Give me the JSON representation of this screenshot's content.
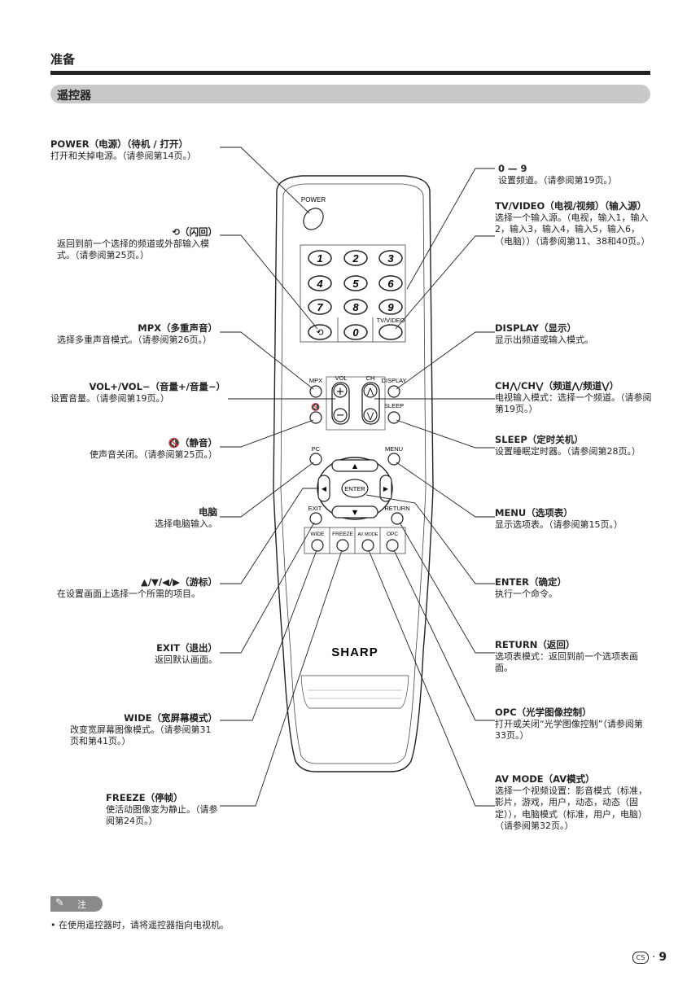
{
  "header": {
    "section": "准备",
    "band": "遥控器"
  },
  "remote": {
    "power": "POWER",
    "tvvideo": "TV/VIDEO",
    "mpx": "MPX",
    "vol": "VOL",
    "ch": "CH",
    "display": "DISPLAY",
    "sleep": "SLEEP",
    "pc": "PC",
    "menu": "MENU",
    "enter": "ENTER",
    "exit": "EXIT",
    "return": "RETURN",
    "wide": "WIDE",
    "freeze": "FREEZE",
    "avmode": "AV MODE",
    "opc": "OPC",
    "brand": "SHARP",
    "digits": [
      "1",
      "2",
      "3",
      "4",
      "5",
      "6",
      "7",
      "8",
      "9",
      "0"
    ]
  },
  "left_labels": [
    {
      "title": "POWER（电源）（待机 / 打开）",
      "desc": "打开和关掉电源。（请参阅第14页。）"
    },
    {
      "title": "⟲（闪回）",
      "desc": "返回到前一个选择的频道或外部输入模式。（请参阅第25页。）"
    },
    {
      "title": "MPX（多重声音）",
      "desc": "选择多重声音模式。（请参阅第26页。）"
    },
    {
      "title": "VOL+/VOL−（音量+/音量−）",
      "desc": "设置音量。（请参阅第19页。）"
    },
    {
      "title": "🔇（静音）",
      "desc": "使声音关闭。（请参阅第25页。）"
    },
    {
      "title": "电脑",
      "desc": "选择电脑输入。"
    },
    {
      "title": "▲/▼/◀/▶（游标）",
      "desc": "在设置画面上选择一个所需的项目。"
    },
    {
      "title": "EXIT（退出）",
      "desc": "返回默认画面。"
    },
    {
      "title": "WIDE（宽屏幕模式）",
      "desc": "改变宽屏幕图像模式。（请参阅第31页和第41页。）"
    },
    {
      "title": "FREEZE（停帧）",
      "desc": "使活动图像变为静止。（请参阅第24页。）"
    }
  ],
  "right_labels": [
    {
      "title": "0 — 9",
      "desc": "设置频道。（请参阅第19页。）"
    },
    {
      "title": "TV/VIDEO（电视/视频）（输入源）",
      "desc": "选择一个输入源。（电视，输入1，输入2，输入3，输入4，输入5，输入6，（电脑））（请参阅第11、38和40页。）"
    },
    {
      "title": "DISPLAY（显示）",
      "desc": "显示出频道或输入模式。"
    },
    {
      "title": "CH⋀/CH⋁（频道⋀/频道⋁）",
      "desc": "电视输入模式：选择一个频道。（请参阅第19页。）"
    },
    {
      "title": "SLEEP（定时关机）",
      "desc": "设置睡眠定时器。（请参阅第28页。）"
    },
    {
      "title": "MENU（选项表）",
      "desc": "显示选项表。（请参阅第15页。）"
    },
    {
      "title": "ENTER（确定）",
      "desc": "执行一个命令。"
    },
    {
      "title": "RETURN（返回）",
      "desc": "选项表模式：返回到前一个选项表画面。"
    },
    {
      "title": "OPC（光学图像控制）",
      "desc": "打开或关闭“光学图像控制”（请参阅第33页。）"
    },
    {
      "title": "AV MODE（AV模式）",
      "desc": "选择一个视频设置：影音模式（标准，影片，游戏，用户，动态，动态（固定）），电脑模式（标准，用户，电脑）（请参阅第32页。）"
    }
  ],
  "note": {
    "label": "注",
    "text": "• 在使用遥控器时，请将遥控器指向电视机。"
  },
  "page": {
    "lang": "CS",
    "sep": "·",
    "number": "9"
  }
}
